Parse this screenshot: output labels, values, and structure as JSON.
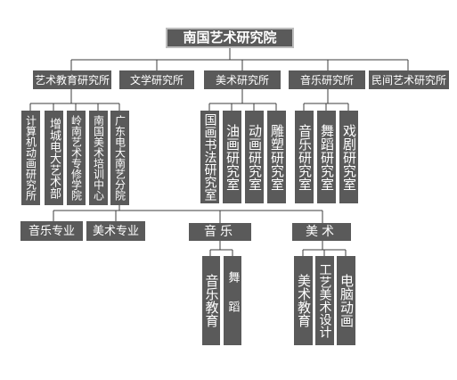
{
  "root": "南国艺术研究院",
  "institutes": [
    "艺术教育研究所",
    "文学研究所",
    "美术研究所",
    "音乐研究所",
    "民间艺术研究所"
  ],
  "education_units": [
    "计算机动画研究所",
    "增城电大艺术部",
    "岭南艺术专修学院",
    "南国美术培训中心",
    "广东电大南艺分院"
  ],
  "art_rooms": [
    "国画书法研究室",
    "油画研究室",
    "动画研究室",
    "雕塑研究室"
  ],
  "music_rooms": [
    "音乐研究室",
    "舞蹈研究室",
    "戏剧研究室"
  ],
  "majors": [
    "音乐专业",
    "美术专业"
  ],
  "categories": [
    "音乐",
    "美术"
  ],
  "music_items": [
    "音乐教育",
    "舞蹈"
  ],
  "art_items": [
    "美术教育",
    "工艺美术设计",
    "电脑动画"
  ]
}
